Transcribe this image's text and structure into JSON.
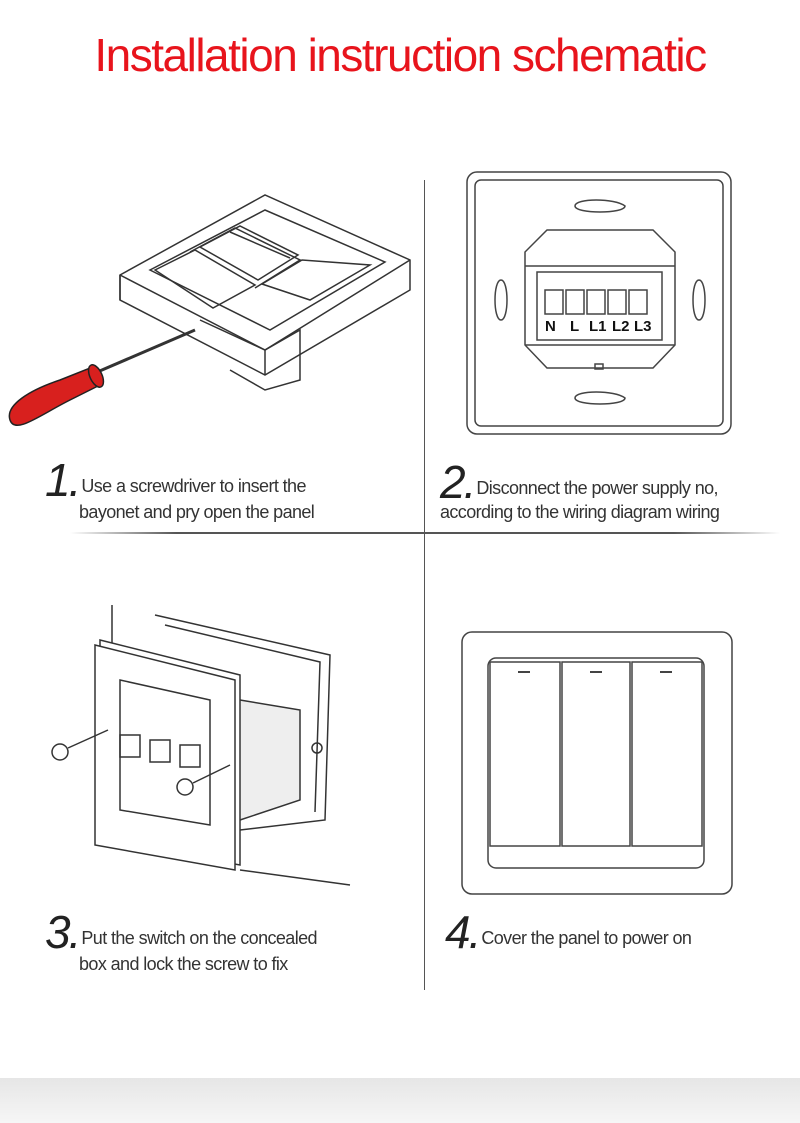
{
  "title": "Installation instruction schematic",
  "steps": [
    {
      "number": "1.",
      "line1": "Use a screwdriver to insert the",
      "line2": "bayonet and pry open the panel"
    },
    {
      "number": "2.",
      "line1": "Disconnect the power supply no,",
      "line2": "according to the wiring diagram wiring"
    },
    {
      "number": "3.",
      "line1": "Put the switch on the concealed",
      "line2": "box and lock the screw to fix"
    },
    {
      "number": "4.",
      "line1": "Cover the panel to power on",
      "line2": ""
    }
  ],
  "terminals": [
    "N",
    "L",
    "L1",
    "L2",
    "L3"
  ],
  "colors": {
    "title": "#e8141c",
    "screwdriver": "#d8201e"
  }
}
